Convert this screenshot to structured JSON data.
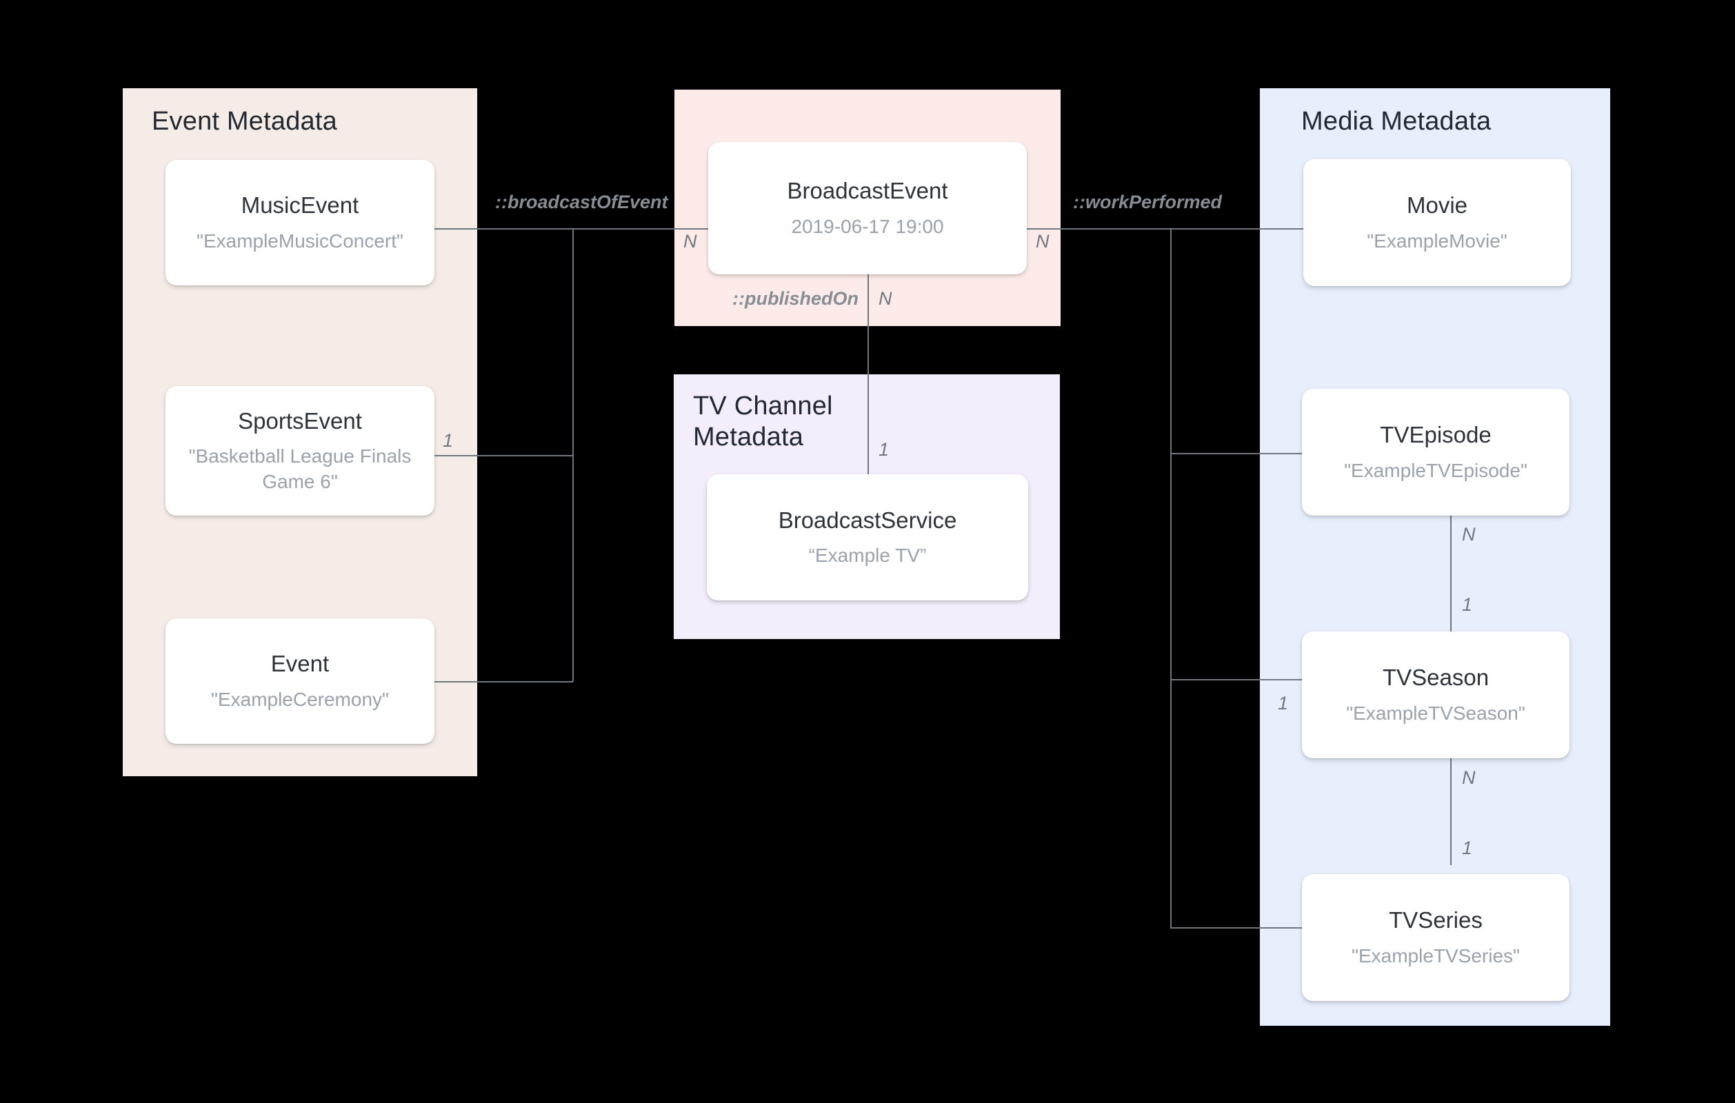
{
  "diagram": {
    "groups": [
      {
        "id": "event",
        "title": "Event Metadata",
        "color": "#f5ece7"
      },
      {
        "id": "broadcast",
        "title": "",
        "color": "#fdebe9"
      },
      {
        "id": "tv",
        "title": "TV Channel\nMetadata",
        "color": "#f4edfb"
      },
      {
        "id": "media",
        "title": "Media Metadata",
        "color": "#e7eefc"
      }
    ],
    "entities": [
      {
        "id": "music-event",
        "type": "MusicEvent",
        "value": "\"ExampleMusicConcert\""
      },
      {
        "id": "sports-event",
        "type": "SportsEvent",
        "value": "\"Basketball League Finals Game 6\""
      },
      {
        "id": "event",
        "type": "Event",
        "value": "\"ExampleCeremony\""
      },
      {
        "id": "broadcast-event",
        "type": "BroadcastEvent",
        "value": "2019-06-17 19:00"
      },
      {
        "id": "broadcast-service",
        "type": "BroadcastService",
        "value": "“Example TV”"
      },
      {
        "id": "movie",
        "type": "Movie",
        "value": "\"ExampleMovie\""
      },
      {
        "id": "tv-episode",
        "type": "TVEpisode",
        "value": "\"ExampleTVEpisode\""
      },
      {
        "id": "tv-season",
        "type": "TVSeason",
        "value": "\"ExampleTVSeason\""
      },
      {
        "id": "tv-series",
        "type": "TVSeries",
        "value": "\"ExampleTVSeries\""
      }
    ],
    "relations": [
      {
        "id": "broadcast-of-event",
        "label": "::broadcastOfEvent",
        "from_cardinality": "1",
        "to_cardinality": "N"
      },
      {
        "id": "work-performed",
        "label": "::workPerformed",
        "from_cardinality": "N",
        "to_cardinality": "1"
      },
      {
        "id": "published-on",
        "label": "::publishedOn",
        "from_cardinality": "N",
        "to_cardinality": "1"
      }
    ],
    "cardinalities": {
      "sports_to_broadcast": "1",
      "broadcast_left": "N",
      "broadcast_right": "N",
      "published_on_n": "N",
      "broadcast_service_1": "1",
      "episode_to_season_n": "N",
      "season_from_episode_1": "1",
      "season_to_series_n": "N",
      "series_from_season_1": "1",
      "season_left_1": "1"
    },
    "colors": {
      "line": "#6f767d",
      "card_title": "#2d3339",
      "card_value": "#9aa2ab",
      "edge_label": "#868d95",
      "background": "#000000"
    }
  }
}
